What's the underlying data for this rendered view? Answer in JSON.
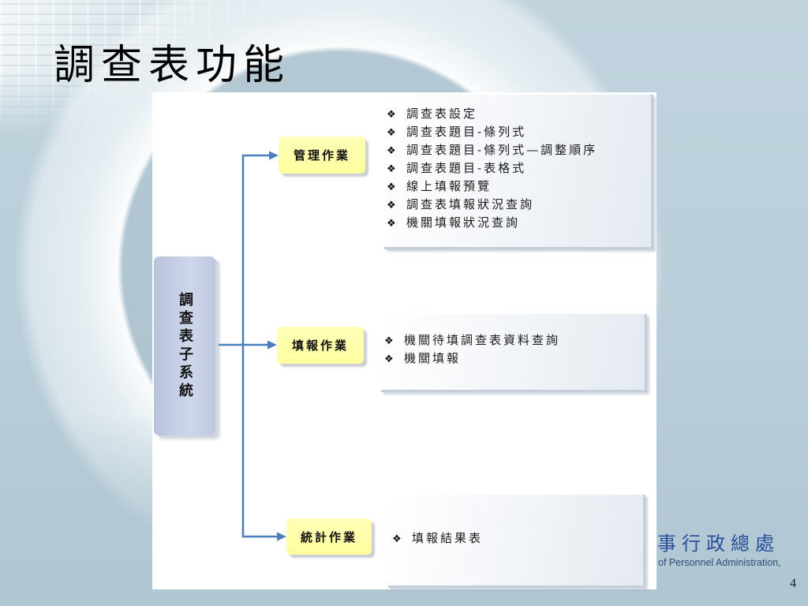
{
  "slide": {
    "title": "調查表功能",
    "page_number": "4"
  },
  "diagram": {
    "root": {
      "label": "調查表子系統"
    },
    "branches": [
      {
        "label": "管理作業",
        "items": [
          "調查表設定",
          "調查表題目-條列式",
          "調查表題目-條列式—調整順序",
          "調查表題目-表格式",
          "線上填報預覽",
          "調查表填報狀況查詢",
          "機關填報狀況查詢"
        ]
      },
      {
        "label": "填報作業",
        "items": [
          "機關待填調查表資料查詢",
          "機關填報"
        ]
      },
      {
        "label": "統計作業",
        "items": [
          "填報結果表"
        ]
      }
    ],
    "bullet_icon": "diamond-bullet-icon",
    "connector_icon": "arrow-right-icon"
  },
  "logo": {
    "chinese": "事行政總處",
    "english": "of Personnel Administration,"
  },
  "colors": {
    "background": "#b7cdd9",
    "connector": "#4a7ebb",
    "branch_box": "#ffff9e",
    "root_box": "#c3cde6",
    "logo": "#2a4e9b"
  }
}
